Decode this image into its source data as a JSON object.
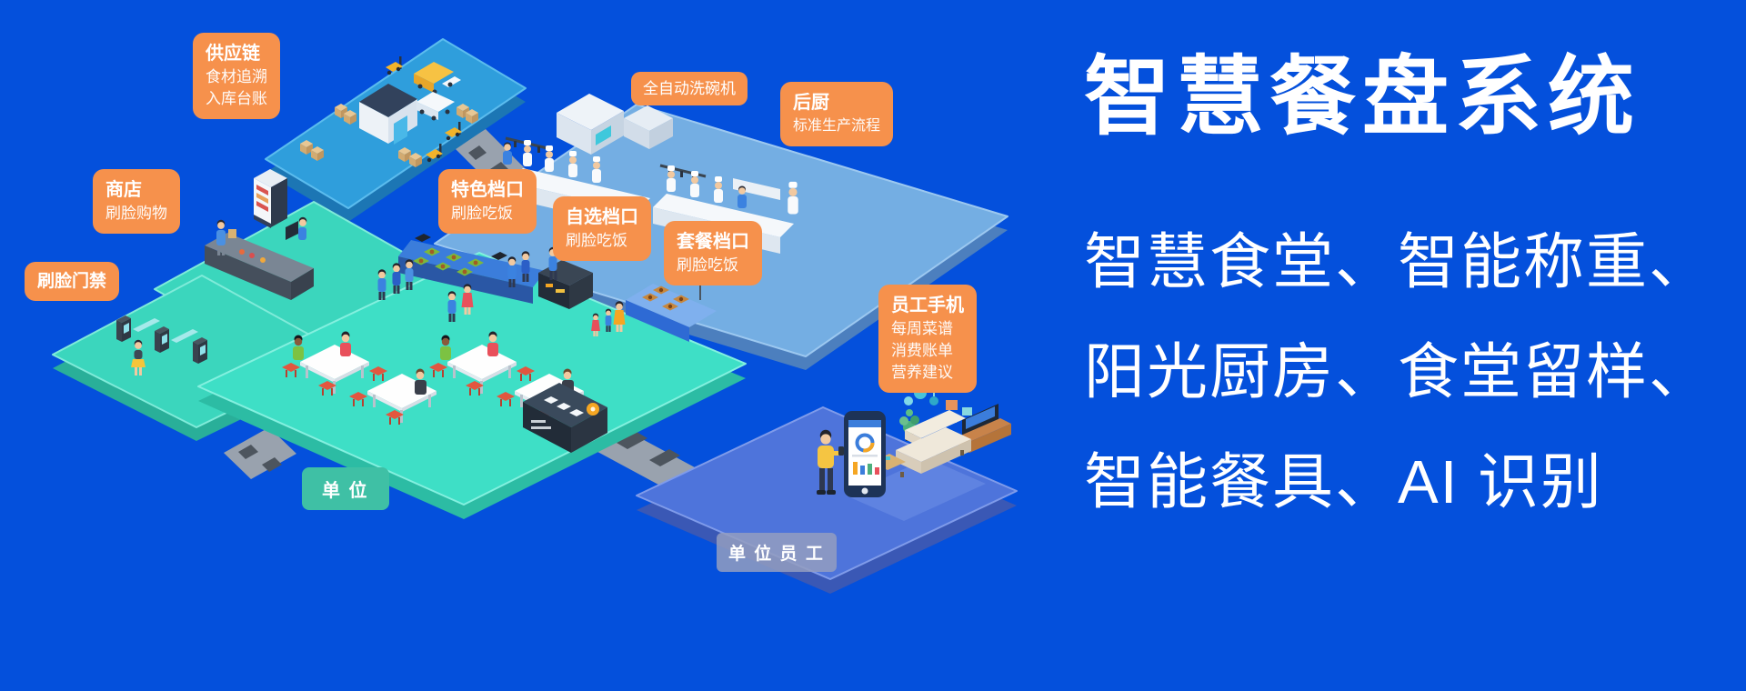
{
  "colors": {
    "background": "#0450DC",
    "tag_orange": "#F6914C",
    "unit_green": "#3FC0A5",
    "unit_staff_slate": "#949EC0",
    "headline_text": "#FFFFFF",
    "platform_teal": "#3EDFC6",
    "platform_blue": "#2F9EDC",
    "platform_light_blue": "#74AEE3",
    "platform_indigo": "#4E74DB"
  },
  "headline": {
    "title": "智慧餐盘系统",
    "line1": "智慧食堂、智能称重、",
    "line2": "阳光厨房、食堂留样、",
    "line3": "智能餐具、AI 识别"
  },
  "labels": {
    "supply_chain": {
      "title": "供应链",
      "line1": "食材追溯",
      "line2": "入库台账"
    },
    "shop": {
      "title": "商店",
      "line1": "刷脸购物"
    },
    "face_gate": {
      "title": "刷脸门禁"
    },
    "special_counter": {
      "title": "特色档口",
      "line1": "刷脸吃饭"
    },
    "self_counter": {
      "title": "自选档口",
      "line1": "刷脸吃饭"
    },
    "set_meal_counter": {
      "title": "套餐档口",
      "line1": "刷脸吃饭"
    },
    "dishwasher": {
      "title": "全自动洗碗机"
    },
    "kitchen": {
      "title": "后厨",
      "line1": "标准生产流程"
    },
    "employee_phone": {
      "title": "员工手机",
      "line1": "每周菜谱",
      "line2": "消费账单",
      "line3": "营养建议"
    },
    "unit": {
      "title": "单 位"
    },
    "unit_staff": {
      "title": "单 位 员 工"
    }
  }
}
